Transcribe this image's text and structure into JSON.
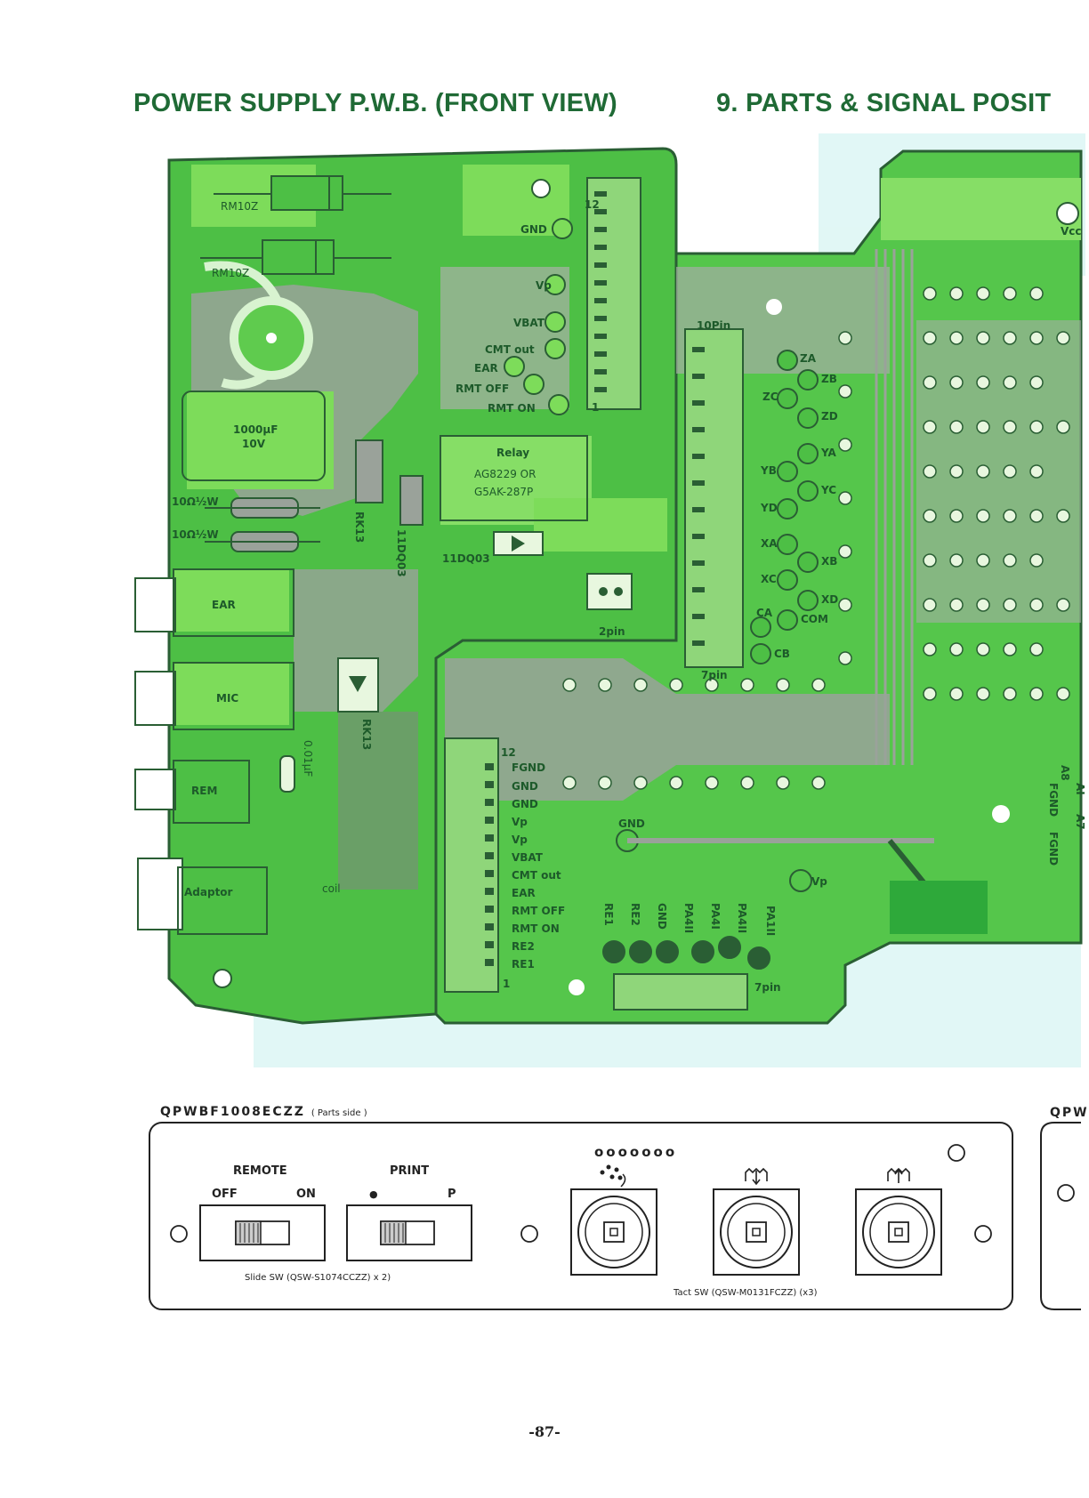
{
  "titles": {
    "left": "POWER SUPPLY P.W.B. (FRONT VIEW)",
    "right": "9. PARTS & SIGNAL POSIT"
  },
  "pcb_labels": {
    "rm10z_1": "RM10Z",
    "rm10z_2": "RM10Z",
    "gnd": "GND",
    "vp": "Vp",
    "vbat": "VBAT",
    "cmt_out": "CMT  out",
    "ear": "EAR",
    "rmt_off": "RMT  OFF",
    "rmt_on": "RMT  ON",
    "pin12_top": "12",
    "pin1_top": "1",
    "cap": "1000μF",
    "cap_v": "10V",
    "res1": "10Ω½W",
    "res2": "10Ω½W",
    "relay": "Relay",
    "relay_p1": "AG8229  OR",
    "relay_p2": "G5AK-287P",
    "rk13_a": "RK13",
    "d11dq03_v": "11DQ03",
    "d11dq03_h": "11DQ03",
    "pin2": "2pin",
    "jack_ear": "EAR",
    "jack_mic": "MIC",
    "jack_rem": "REM",
    "jack_adaptor": "Adaptor",
    "rk13_b": "RK13",
    "cap_small": "0.01μF",
    "coil": "coil",
    "pin10": "10Pin",
    "pin7_a": "7pin",
    "pin7_b": "7pin",
    "za": "ZA",
    "zb": "ZB",
    "zc": "ZC",
    "zd": "ZD",
    "ya": "YA",
    "yb": "YB",
    "yc": "YC",
    "yd": "YD",
    "xa": "XA",
    "xb": "XB",
    "xc": "XC",
    "xd": "XD",
    "ca": "CA",
    "cb": "CB",
    "com": "COM",
    "vcc": "Vcc",
    "pin12_bot": "12",
    "pin1_bot": "1",
    "bot_fgnd": "FGND",
    "bot_gnd1": "GND",
    "bot_gnd2": "GND",
    "bot_vp1": "Vp",
    "bot_vp2": "Vp",
    "bot_vbat": "VBAT",
    "bot_cmt": "CMT  out",
    "bot_ear": "EAR",
    "bot_rmt_off": "RMT  OFF",
    "bot_rmt_on": "RMT  ON",
    "bot_re2": "RE2",
    "bot_re1": "RE1",
    "gnd_mid": "GND",
    "vp_right": "Vp",
    "re1": "RE1",
    "re2": "RE2",
    "gnd_v": "GND",
    "pa4ii": "PA4II",
    "pa4i": "PA4I",
    "pa4ii_b": "PA4II",
    "pa1ii": "PA1II",
    "a8": "A8",
    "a7": "A7",
    "fgnd_r1": "FGND",
    "fgnd_r2": "FGND",
    "ai": "AI"
  },
  "panel": {
    "part_code": "QPWBF1008ECZZ",
    "parts_side": "( Parts side )",
    "part_code_right": "QPW",
    "remote": "REMOTE",
    "off": "OFF",
    "on": "ON",
    "print": "PRINT",
    "print_dot": "●",
    "print_p": "P",
    "slide_caption": "Slide SW (QSW-S1074CCZZ) x 2)",
    "tact_caption": "Tact SW (QSW-M0131FCZZ) (x3)",
    "dots": "ooooooo"
  },
  "page_number": "-87-",
  "colors": {
    "board_green": "#3fb53a",
    "bright_green": "#6ed84a",
    "light_cyan": "#c9f1ee",
    "gray_trace": "#9aa29a",
    "outline": "#2a5e34",
    "title": "#1f6a35"
  }
}
